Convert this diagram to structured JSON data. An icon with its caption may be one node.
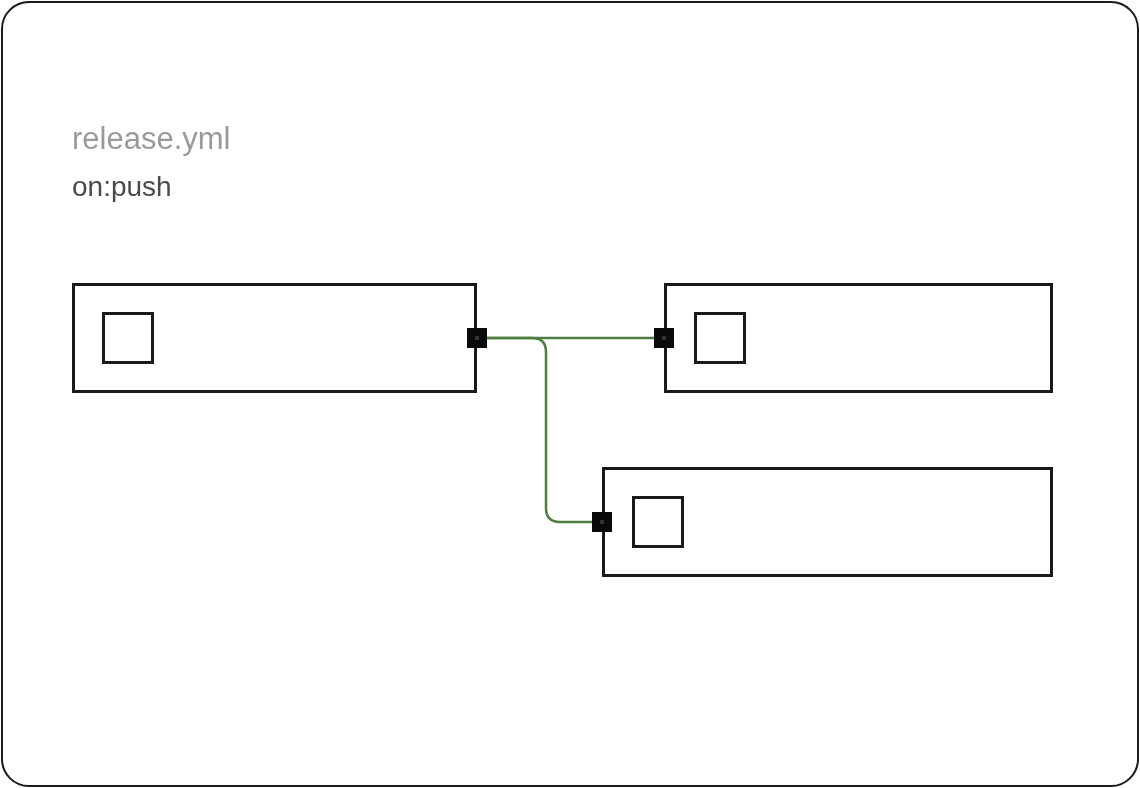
{
  "diagram": {
    "title": "release.yml",
    "nodes": [
      {
        "text": [],
        "shape": "box"
      },
      {
        "text": [],
        "shape": "box"
      },
      {
        "text": [],
        "shape": "box"
      }
    ],
    "edges": [
      {
        "from": 0,
        "to": 1,
        "arrow": "other"
      },
      {
        "from": 0,
        "to": 2,
        "arrow": "other"
      }
    ],
    "labels": [
      "on:push"
    ]
  }
}
